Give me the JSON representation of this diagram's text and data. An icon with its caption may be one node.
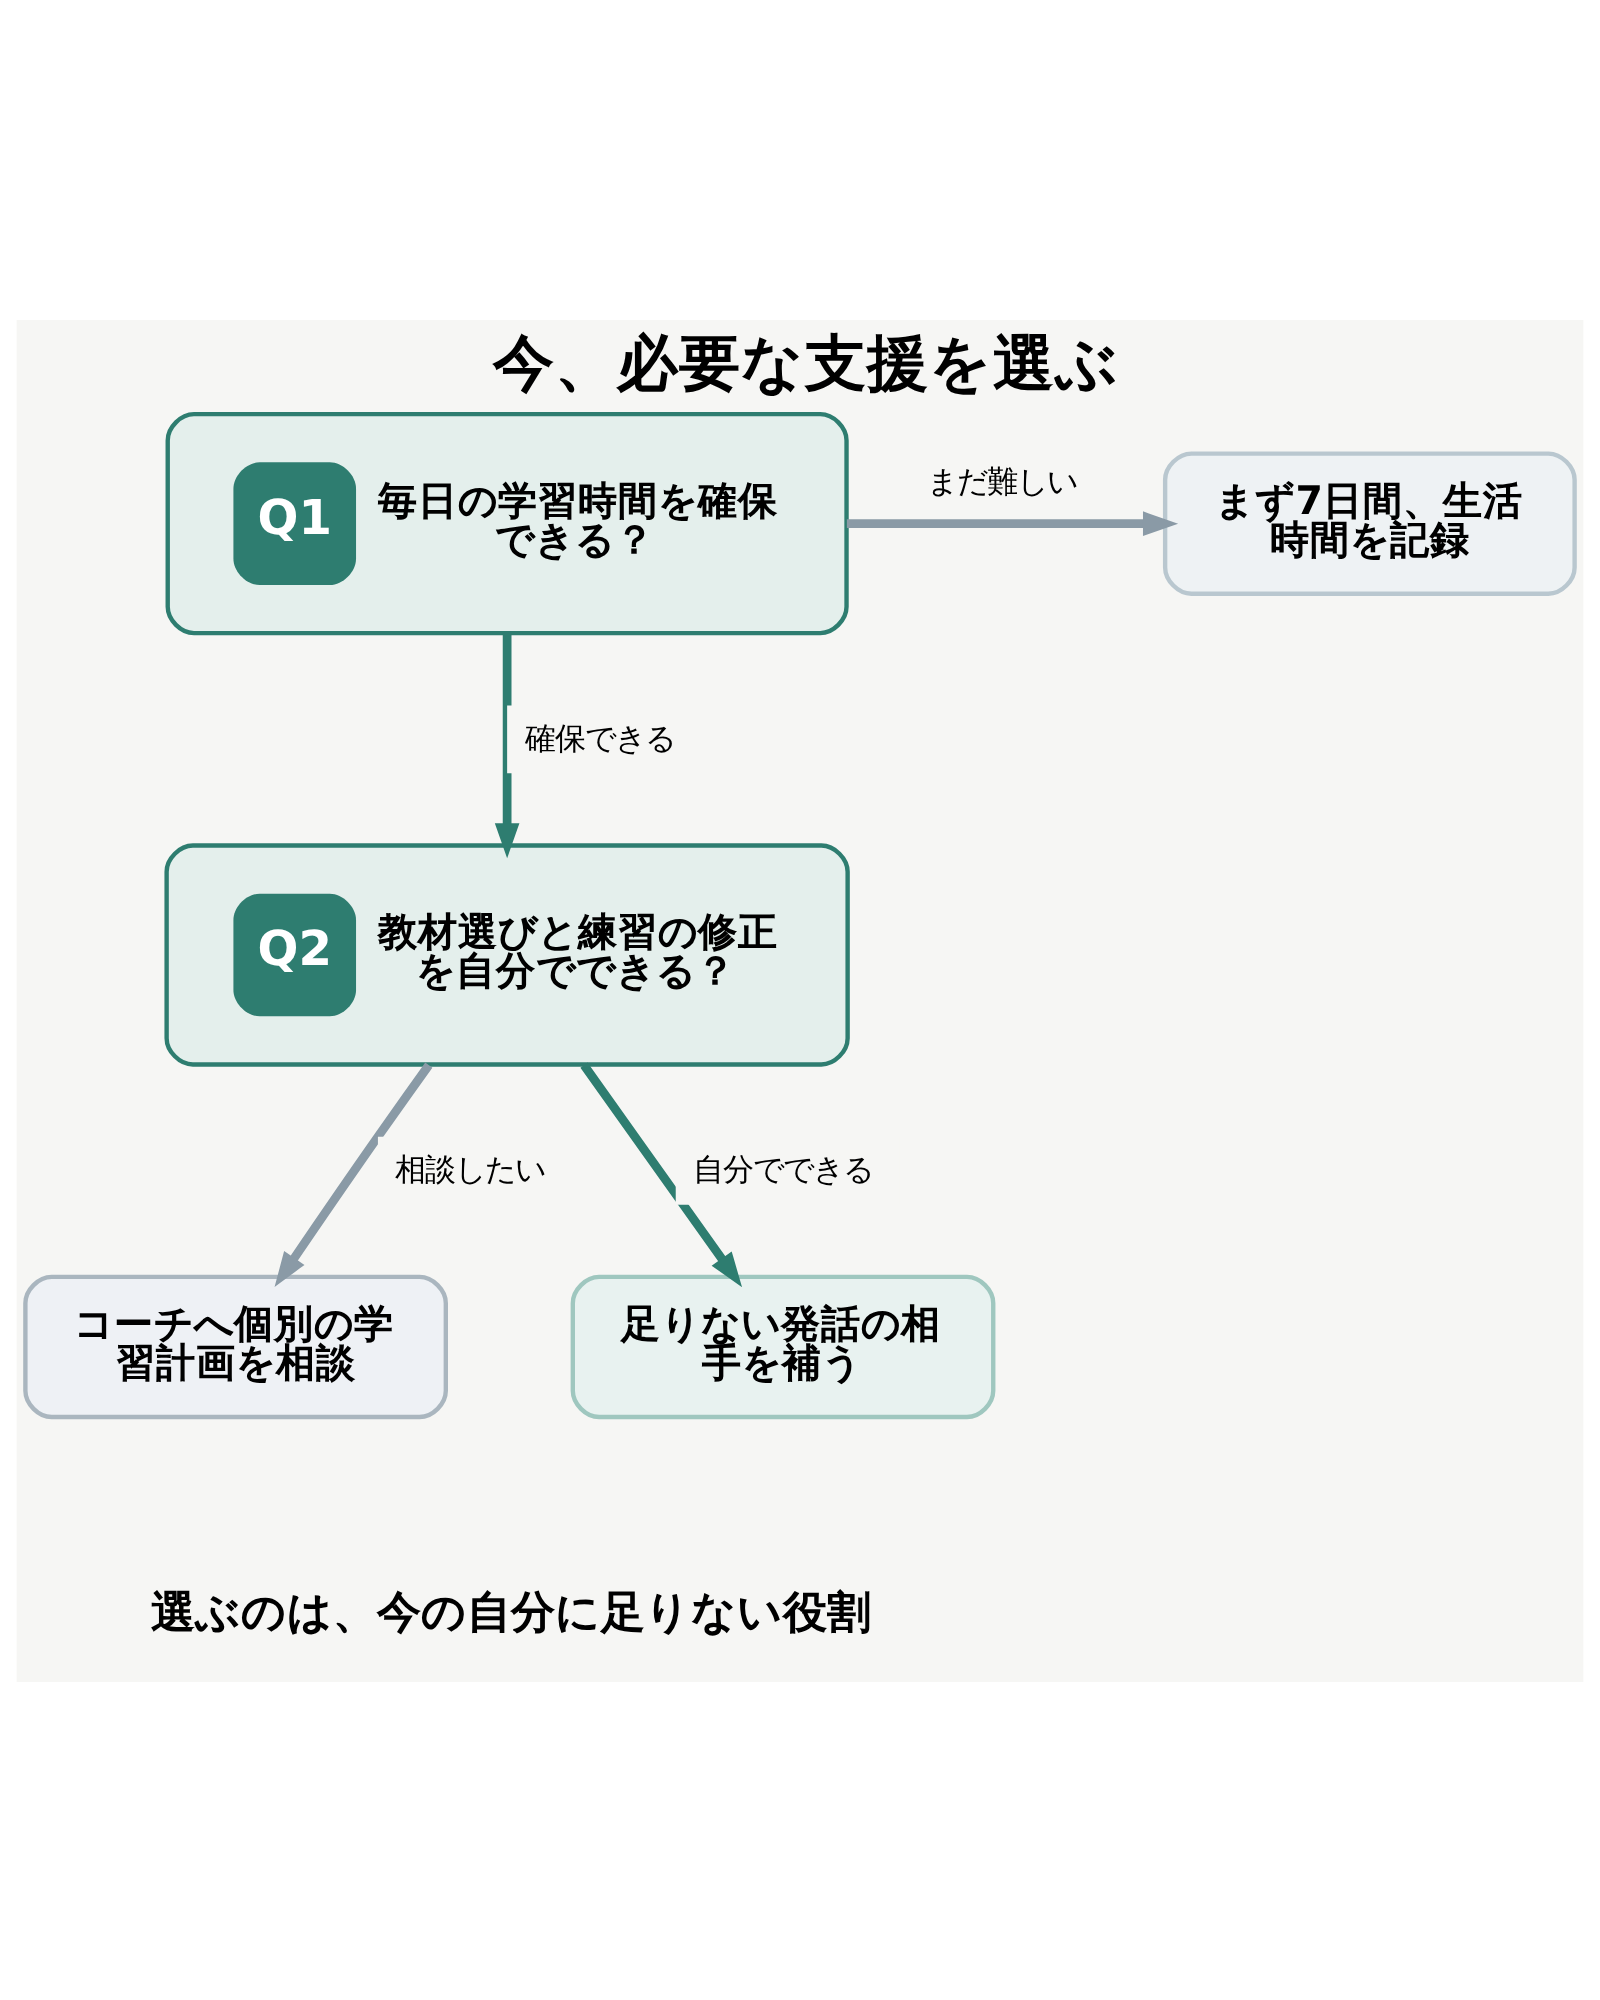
{
  "diagram": {
    "title": "今、必要な支援を選ぶ",
    "caption": "選ぶのは、今の自分に足りない役割",
    "nodes": [
      {
        "text": [
          "Q1",
          "毎日の学習時間を確保できる？"
        ]
      },
      {
        "text": [
          "まず7日間、生活時間を記録"
        ]
      },
      {
        "text": [
          "Q2",
          "教材選びと練習の修正を自分でできる？"
        ]
      },
      {
        "text": [
          "コーチへ個別の学習計画を相談"
        ]
      },
      {
        "text": [
          "足りない発話の相手を補う"
        ]
      }
    ],
    "edges": [
      {
        "from": 0,
        "to": 1,
        "arrow": "to",
        "label": "まだ難しい",
        "color": "#8a9aa6"
      },
      {
        "from": 0,
        "to": 2,
        "arrow": "to",
        "label": "確保できる",
        "color": "#2e7d70"
      },
      {
        "from": 2,
        "to": 3,
        "arrow": "to",
        "label": "相談したい",
        "color": "#8a9aa6"
      },
      {
        "from": 2,
        "to": 4,
        "arrow": "to",
        "label": "自分でできる",
        "color": "#2e7d70"
      }
    ]
  }
}
